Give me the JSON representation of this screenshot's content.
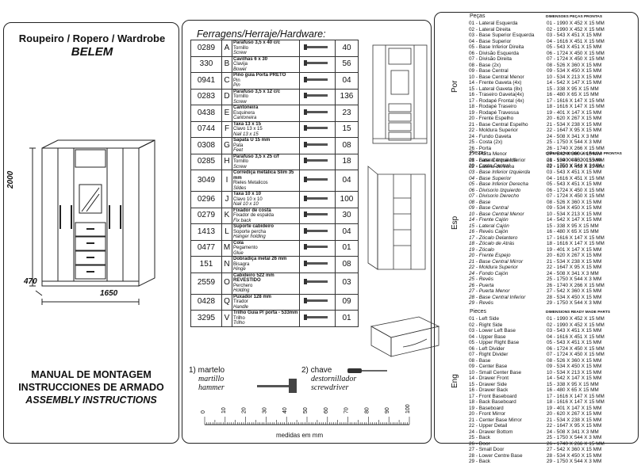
{
  "model": {
    "line1": "Roupeiro / Ropero / Wardrobe",
    "line2": "BELEM"
  },
  "dimensions": {
    "height": "2000",
    "depth": "470",
    "width": "1650"
  },
  "manual_titles": [
    "MANUAL DE MONTAGEM",
    "INSTRUCCIONES DE ARMADO",
    "ASSEMBLY INSTRUCTIONS"
  ],
  "hardware": {
    "title": "Ferragens/Herraje/Hardware:",
    "items": [
      {
        "code": "0289",
        "letter": "A",
        "d1": "Parafuso 3,5 x 40 c/c",
        "d2": "Tornillo",
        "d3": "Screw",
        "qty": "40",
        "icon": "screw-icon"
      },
      {
        "code": "330",
        "letter": "B",
        "d1": "Cavilhas 6 x 30",
        "d2": "Clavija",
        "d3": "Bowel",
        "qty": "56",
        "icon": "dowel-icon"
      },
      {
        "code": "0941",
        "letter": "C",
        "d1": "Pino guia Porta PRETO",
        "d2": "Pin",
        "d3": "Pin",
        "qty": "04",
        "icon": "pin-icon"
      },
      {
        "code": "0283",
        "letter": "D",
        "d1": "Parafuso 3,5 x 12 c/c",
        "d2": "Tornillo",
        "d3": "Screw",
        "qty": "136",
        "icon": "small-screw-icon"
      },
      {
        "code": "0438",
        "letter": "E",
        "d1": "Cantoneira",
        "d2": "Esquinera",
        "d3": "Cantoneira",
        "qty": "23",
        "icon": "bracket-icon"
      },
      {
        "code": "0744",
        "letter": "F",
        "d1": "Taxa 13 x 15",
        "d2": "Clavo 13 x 15",
        "d3": "Nail 13 x 15",
        "qty": "15",
        "icon": "nail-icon"
      },
      {
        "code": "0308",
        "letter": "G",
        "d1": "Sapata U 15 mm",
        "d2": "Pata",
        "d3": "Feet",
        "qty": "08",
        "icon": "foot-icon"
      },
      {
        "code": "0285",
        "letter": "H",
        "d1": "Parafuso 3,5 x 25 c/f",
        "d2": "Tornillo",
        "d3": "Screw",
        "qty": "18",
        "icon": "screw-icon"
      },
      {
        "code": "3049",
        "letter": "I",
        "d1": "Corrediça metálica Slim 35 mm",
        "d2": "Rieles Metalicos",
        "d3": "Slides",
        "qty": "04",
        "icon": "slide-icon"
      },
      {
        "code": "0296",
        "letter": "J",
        "d1": "Taxa 10 x 10",
        "d2": "Clavo 10 x 10",
        "d3": "Nail 10 x 10",
        "qty": "100",
        "icon": "nail-icon"
      },
      {
        "code": "0279",
        "letter": "K",
        "d1": "Fixador de costa",
        "d2": "Fixador de espalda",
        "d3": "Fix back",
        "qty": "30",
        "icon": "fixer-icon"
      },
      {
        "code": "1413",
        "letter": "L",
        "d1": "Suporte cabideiro",
        "d2": "Soporte percha",
        "d3": "Hanger holding",
        "qty": "04",
        "icon": "support-icon"
      },
      {
        "code": "0477",
        "letter": "M",
        "d1": "Cola",
        "d2": "Pegamento",
        "d3": "Glue",
        "qty": "01",
        "icon": "glue-icon"
      },
      {
        "code": "151",
        "letter": "N",
        "d1": "Dobradiça metal 26 mm",
        "d2": "Bisagra",
        "d3": "Hinge",
        "qty": "08",
        "icon": "hinge-icon"
      },
      {
        "code": "2559",
        "letter": "O",
        "d1": "Cabideiro 522 mm REVESTIDO",
        "d2": "Perchero",
        "d3": "Holding",
        "qty": "03",
        "icon": "rod-icon"
      },
      {
        "code": "0428",
        "letter": "Q",
        "d1": "Puxador 128 mm",
        "d2": "Tirador",
        "d3": "Handle",
        "qty": "09",
        "icon": "handle-icon"
      },
      {
        "code": "3295",
        "letter": "V",
        "d1": "Trilho Guia P/ porta - 533mm",
        "d2": "Trilho",
        "d3": "Trilho",
        "qty": "01",
        "icon": "rail-icon"
      }
    ]
  },
  "tools": {
    "hammer": [
      "1) martelo",
      "martillo",
      "hammer"
    ],
    "screwdriver": [
      "2) chave",
      "destornillador",
      "screwdriver"
    ]
  },
  "ruler": {
    "ticks": [
      "0",
      "10",
      "20",
      "30",
      "40",
      "50",
      "60",
      "70",
      "80",
      "90",
      "100"
    ],
    "label": "medidas em mm"
  },
  "sections": [
    {
      "lang": "Por",
      "title": "Peças",
      "subtitle": "DIMENSOES PEÇAS PRONTAS",
      "parts": [
        [
          "01 - Lateral Esquerda",
          "01 - 1990 X 452 X 15 MM"
        ],
        [
          "02 - Lateral Direita",
          "02 - 1990 X 452 X 15 MM"
        ],
        [
          "03 - Base Superior Esquerda",
          "03 - 543 X 451 X 15 MM"
        ],
        [
          "04 - Base Superior",
          "04 - 1616 X 451 X 15 MM"
        ],
        [
          "05 - Base Inferior Direita",
          "05 - 543 X 451 X 15 MM"
        ],
        [
          "06 - Divisão Esquerda",
          "06 - 1724 X 450 X 15 MM"
        ],
        [
          "07 - Divisão Direita",
          "07 - 1724 X 450 X 15 MM"
        ],
        [
          "08 - Base (2x)",
          "08 - 526 X 360 X 15 MM"
        ],
        [
          "09 - Base Central",
          "09 - 534 X 450 X 15 MM"
        ],
        [
          "10 - Base Central Menor",
          "10 - 534 X 213 X 15 MM"
        ],
        [
          "14 - Frente Gaveta (4x)",
          "14 - 542 X 147 X 15 MM"
        ],
        [
          "15 - Lateral Gaveta (8x)",
          "15 - 338 X 95 X 15 MM"
        ],
        [
          "16 - Traseiro Gaveta(4x)",
          "16 - 480 X 65 X 15 MM"
        ],
        [
          "17 - Rodapé Frontal (4x)",
          "17 - 1616 X 147 X 15 MM"
        ],
        [
          "18 - Rodapé Traseiro",
          "18 - 1616 X 147 X 15 MM"
        ],
        [
          "19 - Rodapé Travessa",
          "19 - 401 X 147 X 15 MM"
        ],
        [
          "20 - Frente Espelho",
          "20 - 620 X 267 X 15 MM"
        ],
        [
          "21 - Base Central Espelho",
          "21 - 534 X 238 X 15 MM"
        ],
        [
          "22 - Moldura Superior",
          "22 - 1647 X 95 X 15 MM"
        ],
        [
          "24 - Fundo Gaveta",
          "24 - 508 X 341 X 3 MM"
        ],
        [
          "25 - Costa (2x)",
          "25 - 1750 X 544 X 3 MM"
        ],
        [
          "26 - Porta",
          "26 - 1740 X 266 X 15 MM"
        ],
        [
          "27 - Porta Menor",
          "27 - 542 X 360 X 15 MM"
        ],
        [
          "28 - Base Central Inferior",
          "28 - 534 X 450 X 15 MM"
        ],
        [
          "29 - Costa Central",
          "29 - 1750 X 544 X 3 MM"
        ]
      ]
    },
    {
      "lang": "Esp",
      "title": "Piezas",
      "subtitle": "DIMENCIONES DE LAS PIEZAS PRONTAS",
      "parts": [
        [
          "01 - Lateral Izquierda",
          "01 - 1990 X 452 X 15 MM"
        ],
        [
          "02 - Lateral derecha",
          "02 - 1990 X 452 X 15 MM"
        ],
        [
          "03 - Base Inferior Izquierda",
          "03 - 543 X 451 X 15 MM"
        ],
        [
          "04 - Base Superior",
          "04 - 1616 X 451 X 15 MM"
        ],
        [
          "05 - Base Inferior Derecha",
          "05 - 543 X 451 X 15 MM"
        ],
        [
          "06 - Divisorio Izquierdo",
          "06 - 1724 X 450 X 15 MM"
        ],
        [
          "07 - Divisorio Derecho",
          "07 - 1724 X 450 X 15 MM"
        ],
        [
          "08 - Base",
          "08 - 526 X 360 X 15 MM"
        ],
        [
          "09 - Base Central",
          "09 - 534 X 450 X 15 MM"
        ],
        [
          "10 - Base Central Menor",
          "10 - 534 X 213 X 15 MM"
        ],
        [
          "14 - Frente Cajón",
          "14 - 542 X 147 X 15 MM"
        ],
        [
          "15 - Lateral Cajón",
          "15 - 338 X 95 X 15 MM"
        ],
        [
          "16 - Revés Cajón",
          "16 - 480 X 65 X 15 MM"
        ],
        [
          "17 - Zócalo Delantero",
          "17 - 1616 X 147 X 15 MM"
        ],
        [
          "18 - Zócalo de Atrás",
          "18 - 1616 X 147 X 15 MM"
        ],
        [
          "19 - Zócalo",
          "19 - 401 X 147 X 15 MM"
        ],
        [
          "20 - Frente Espejo",
          "20 - 620 X 267 X 15 MM"
        ],
        [
          "21 - Base Central Mirror",
          "21 - 534 X 238 X 15 MM"
        ],
        [
          "22 - Moldura Superior",
          "22 - 1647 X 95 X 15 MM"
        ],
        [
          "24 - Fondo Cajón",
          "24 - 508 X 341 X 3 MM"
        ],
        [
          "25 - Revés",
          "25 - 1750 X 544 X 3 MM"
        ],
        [
          "26 - Puerta",
          "26 - 1740 X 266 X 15 MM"
        ],
        [
          "27 - Puerta Menor",
          "27 - 542 X 360 X 15 MM"
        ],
        [
          "28 - Base Central Inferior",
          "28 - 534 X 450 X 15 MM"
        ],
        [
          "29 - Revés",
          "29 - 1750 X 544 X 3 MM"
        ]
      ]
    },
    {
      "lang": "Eng",
      "title": "Pieces",
      "subtitle": "DIMENSIONS READY MADE PARTS",
      "parts": [
        [
          "01 - Left Side",
          "01 - 1990 X 452 X 15 MM"
        ],
        [
          "02 - Right Side",
          "02 - 1990 X 452 X 15 MM"
        ],
        [
          "03 - Lower Left Base",
          "03 - 543 X 451 X 15 MM"
        ],
        [
          "04 - Upper Base",
          "04 - 1616 X 451 X 15 MM"
        ],
        [
          "05 - Upper Right Base",
          "05 - 543 X 451 X 15 MM"
        ],
        [
          "06 - Left Divider",
          "06 - 1724 X 450 X 15 MM"
        ],
        [
          "07 - Right Divider",
          "07 - 1724 X 450 X 15 MM"
        ],
        [
          "08 - Base",
          "08 - 526 X 360 X 15 MM"
        ],
        [
          "09 - Center Base",
          "09 - 534 X 450 X 15 MM"
        ],
        [
          "10 - Small Center Base",
          "10 - 534 X 213 X 15 MM"
        ],
        [
          "14 - Drawer Front",
          "14 - 542 X 147 X 15 MM"
        ],
        [
          "15 - Drawer Side",
          "15 - 338 X 95 X 15 MM"
        ],
        [
          "16 - Drawer Back",
          "16 - 480 X 65 X 15 MM"
        ],
        [
          "17 - Front Baseboard",
          "17 - 1616 X 147 X 15 MM"
        ],
        [
          "18 - Back Baseboard",
          "18 - 1616 X 147 X 15 MM"
        ],
        [
          "19 - Baseboard",
          "19 - 401 X 147 X 15 MM"
        ],
        [
          "20 - Front Mirror",
          "20 - 620 X 267 X 15 MM"
        ],
        [
          "21 - Center Base Mirror",
          "21 - 534 X 238 X 15 MM"
        ],
        [
          "22 - Upper Detail",
          "22 - 1647 X 95 X 15 MM"
        ],
        [
          "24 - Drawer Bottom",
          "24 - 508 X 341 X 3 MM"
        ],
        [
          "25 - Back",
          "25 - 1750 X 544 X 3 MM"
        ],
        [
          "26 - Door",
          "26 - 1740 X 266 X 15 MM"
        ],
        [
          "27 - Small Door",
          "27 - 542 X 360 X 15 MM"
        ],
        [
          "28 - Lower Centre Base",
          "28 - 534 X 450 X 15 MM"
        ],
        [
          "29 - Back",
          "29 - 1750 X 544 X 3 MM"
        ]
      ]
    }
  ]
}
